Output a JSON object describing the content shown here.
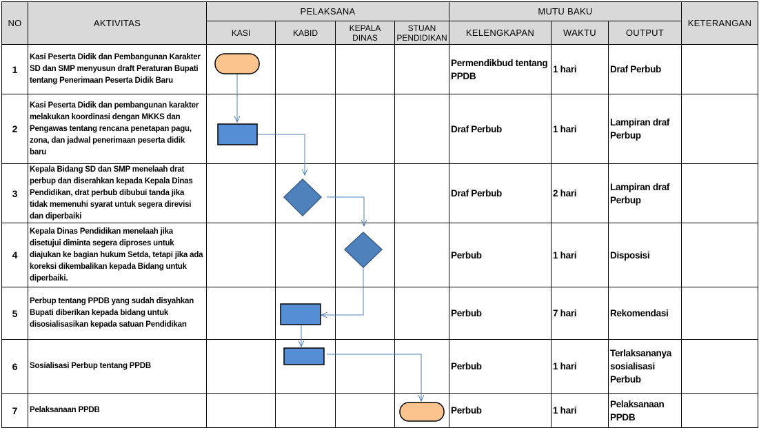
{
  "headers": {
    "no": "NO",
    "aktivitas": "AKTIVITAS",
    "pelaksana": "PELAKSANA",
    "mutu_baku": "MUTU BAKU",
    "keterangan": "KETERANGAN",
    "kasi": "KASI",
    "kabid": "KABID",
    "kepala_dinas": "KEPALA DINAS",
    "satuan_pendidikan": "STUAN PENDIDIKAN",
    "kelengkapan": "KELENGKAPAN",
    "waktu": "WAKTU",
    "output": "OUTPUT"
  },
  "rows": [
    {
      "no": "1",
      "aktivitas": "Kasi Peserta Didik dan Pembangunan Karakter SD dan SMP menyusun draft Peraturan Bupati tentang Penerimaan Peserta Didik Baru",
      "kelengkapan": "Permendikbud tentang PPDB",
      "waktu": "1 hari",
      "output": "Draf Perbub",
      "keterangan": ""
    },
    {
      "no": "2",
      "aktivitas": "Kasi Peserta Didik dan pembangunan karakter melakukan koordinasi dengan MKKS dan Pengawas tentang rencana penetapan pagu, zona, dan jadwal penerimaan peserta didik baru",
      "kelengkapan": "Draf Perbub",
      "waktu": "1 hari",
      "output": "Lampiran draf Perbup",
      "keterangan": ""
    },
    {
      "no": "3",
      "aktivitas": "Kepala Bidang SD dan SMP menelaah drat perbup dan diserahkan kepada Kepala Dinas Pendidikan, drat perbub dibubui tanda jika tidak memenuhi syarat untuk segera direvisi dan diperbaiki",
      "kelengkapan": "Draf Perbub",
      "waktu": "2 hari",
      "output": "Lampiran draf Perbup",
      "keterangan": ""
    },
    {
      "no": "4",
      "aktivitas": "Kepala Dinas Pendidikan menelaah jika disetujui diminta segera diproses untuk diajukan ke bagian hukum Setda, tetapi jika ada koreksi dikembalikan kepada Bidang untuk diperbaiki.",
      "kelengkapan": "Perbub",
      "waktu": "1 hari",
      "output": "Disposisi",
      "keterangan": ""
    },
    {
      "no": "5",
      "aktivitas": "Perbup tentang PPDB yang sudah disyahkan Bupati diberikan kepada bidang untuk disosialisasikan kepada satuan Pendidikan",
      "kelengkapan": "Perbub",
      "waktu": "7 hari",
      "output": "Rekomendasi",
      "keterangan": ""
    },
    {
      "no": "6",
      "aktivitas": "Sosialisasi Perbup tentang PPDB",
      "kelengkapan": "Perbub",
      "waktu": "1 hari",
      "output": "Terlaksananya sosialisasi Perbub",
      "keterangan": ""
    },
    {
      "no": "7",
      "aktivitas": "Pelaksanaan PPDB",
      "kelengkapan": "Perbub",
      "waktu": "1 hari",
      "output": "Pelaksanaan PPDB",
      "keterangan": ""
    }
  ],
  "flowchart": {
    "colors": {
      "terminator_fill": "#fbc48f",
      "process_fill": "#558ed5",
      "decision_fill": "#4f81bd",
      "shape_stroke": "#000000",
      "decision_stroke": "#385d8a",
      "connector": "#4f81bd"
    },
    "steps": [
      {
        "row": "1",
        "lane": "kasi",
        "shape": "terminator"
      },
      {
        "row": "2",
        "lane": "kasi",
        "shape": "process"
      },
      {
        "row": "3",
        "lane": "kabid",
        "shape": "decision"
      },
      {
        "row": "4",
        "lane": "kepala_dinas",
        "shape": "decision"
      },
      {
        "row": "5",
        "lane": "kabid",
        "shape": "process"
      },
      {
        "row": "6",
        "lane": "kabid",
        "shape": "process"
      },
      {
        "row": "7",
        "lane": "satuan_pendidikan",
        "shape": "terminator"
      }
    ]
  }
}
